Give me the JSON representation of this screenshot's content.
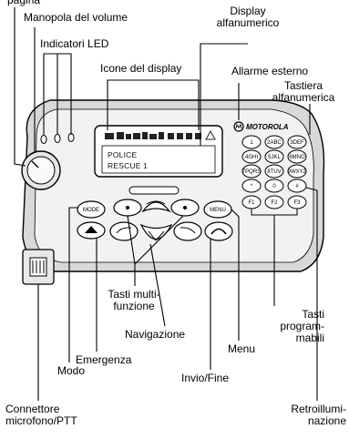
{
  "labels": {
    "top_cut": "pagina",
    "volume_knob": "Manopola del volume",
    "led_indicators": "Indicatori LED",
    "alphanumeric_display": [
      "Display",
      "alfanumerico"
    ],
    "display_icons": "Icone del display",
    "external_alarm": "Allarme esterno",
    "alphanumeric_keypad": [
      "Tastiera",
      "alfanumerica"
    ],
    "multifunction_keys": [
      "Tasti multi-",
      "funzione"
    ],
    "navigation": "Navigazione",
    "emergency": "Emergenza",
    "menu": "Menu",
    "programmable_keys": [
      "Tasti",
      "program-",
      "mabili"
    ],
    "mode": "Modo",
    "send_end": "Invio/Fine",
    "mic_connector": [
      "Connettore",
      "microfono/PTT"
    ],
    "backlight": [
      "Retroillumi-",
      "nazione"
    ]
  },
  "radio": {
    "brand": "MOTOROLA",
    "display_lines": [
      "POLICE",
      "RESCUE 1"
    ],
    "mode_key": "MODE",
    "menu_key": "MENU",
    "keypad": [
      [
        "1",
        "2ABC",
        "3DEF"
      ],
      [
        "4GHI",
        "5JKL",
        "6MNO"
      ],
      [
        "7PQRS",
        "8TUV",
        "9WXYZ"
      ],
      [
        "*",
        "0",
        "#"
      ]
    ],
    "programmable": [
      "F1",
      "F2",
      "F3"
    ]
  }
}
